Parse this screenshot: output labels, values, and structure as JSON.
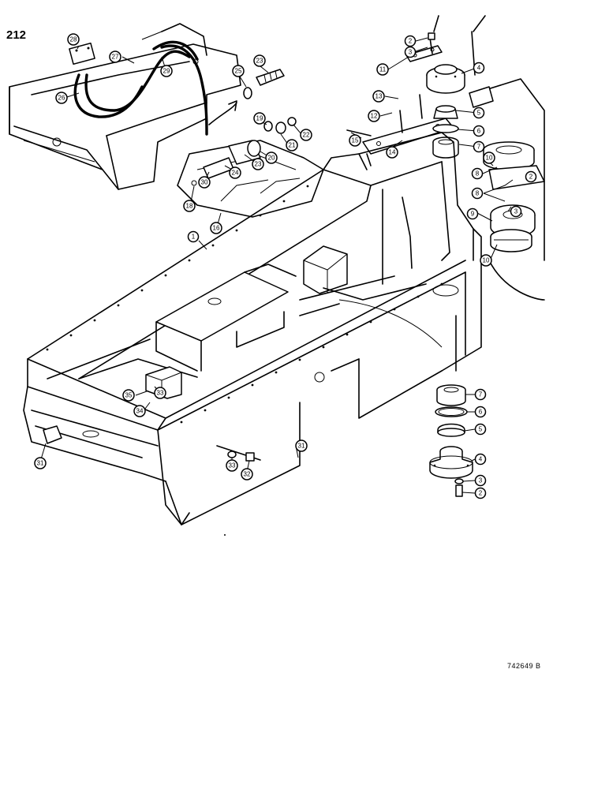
{
  "page_number": "212",
  "figure_code": "742649 B",
  "callouts": [
    {
      "id": "c2a",
      "label": "2"
    },
    {
      "id": "c3a",
      "label": "3"
    },
    {
      "id": "c4a",
      "label": "4"
    },
    {
      "id": "c11",
      "label": "11"
    },
    {
      "id": "c13",
      "label": "13"
    },
    {
      "id": "c12",
      "label": "12"
    },
    {
      "id": "c5a",
      "label": "5"
    },
    {
      "id": "c6a",
      "label": "6"
    },
    {
      "id": "c7a",
      "label": "7"
    },
    {
      "id": "c15",
      "label": "15"
    },
    {
      "id": "c14",
      "label": "14"
    },
    {
      "id": "c10a",
      "label": "10"
    },
    {
      "id": "c8a",
      "label": "8"
    },
    {
      "id": "c2b",
      "label": "2"
    },
    {
      "id": "c8b",
      "label": "8"
    },
    {
      "id": "c3b",
      "label": "3"
    },
    {
      "id": "c9",
      "label": "9"
    },
    {
      "id": "c10b",
      "label": "10"
    },
    {
      "id": "c28",
      "label": "28"
    },
    {
      "id": "c27",
      "label": "27"
    },
    {
      "id": "c29",
      "label": "29"
    },
    {
      "id": "c26",
      "label": "26"
    },
    {
      "id": "c23a",
      "label": "23"
    },
    {
      "id": "c25",
      "label": "25"
    },
    {
      "id": "c19",
      "label": "19"
    },
    {
      "id": "c22",
      "label": "22"
    },
    {
      "id": "c21",
      "label": "21"
    },
    {
      "id": "c20",
      "label": "20"
    },
    {
      "id": "c23b",
      "label": "23"
    },
    {
      "id": "c24",
      "label": "24"
    },
    {
      "id": "c30",
      "label": "30"
    },
    {
      "id": "c18",
      "label": "18"
    },
    {
      "id": "c16",
      "label": "16"
    },
    {
      "id": "c1",
      "label": "1"
    },
    {
      "id": "c35",
      "label": "35"
    },
    {
      "id": "c33a",
      "label": "33"
    },
    {
      "id": "c34",
      "label": "34"
    },
    {
      "id": "c31a",
      "label": "31"
    },
    {
      "id": "c31b",
      "label": "31"
    },
    {
      "id": "c33b",
      "label": "33"
    },
    {
      "id": "c32",
      "label": "32"
    },
    {
      "id": "c7b",
      "label": "7"
    },
    {
      "id": "c6b",
      "label": "6"
    },
    {
      "id": "c5b",
      "label": "5"
    },
    {
      "id": "c4b",
      "label": "4"
    },
    {
      "id": "c3c",
      "label": "3"
    },
    {
      "id": "c2c",
      "label": "2"
    }
  ]
}
